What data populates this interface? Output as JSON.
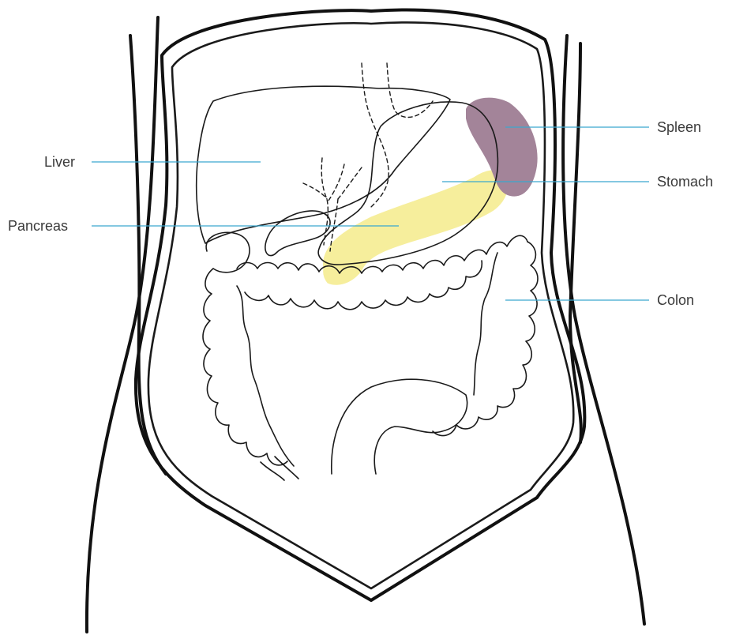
{
  "colors": {
    "spleen": "#a38499",
    "pancreas": "#f6ee9c",
    "leader": "#3aa8cf",
    "outline": "#1a1a1a"
  },
  "labels": {
    "liver": "Liver",
    "pancreas": "Pancreas",
    "spleen": "Spleen",
    "stomach": "Stomach",
    "colon": "Colon"
  }
}
